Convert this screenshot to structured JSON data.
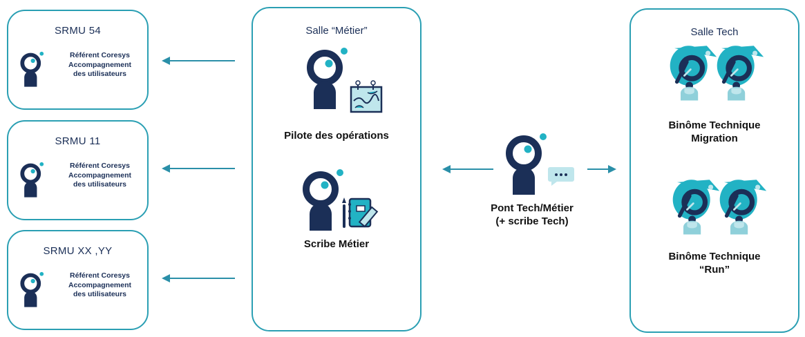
{
  "srmu_boxes": [
    {
      "title": "SRMU 54",
      "lines": [
        "Référent Coresys",
        "Accompagnement",
        "des utilisateurs"
      ]
    },
    {
      "title": "SRMU 11",
      "lines": [
        "Référent Coresys",
        "Accompagnement",
        "des utilisateurs"
      ]
    },
    {
      "title": "SRMU XX ,YY",
      "lines": [
        "Référent Coresys",
        "Accompagnement",
        "des utilisateurs"
      ]
    }
  ],
  "salle_metier": {
    "title": "Salle “Métier”",
    "pilote_label": "Pilote des opérations",
    "scribe_label": "Scribe Métier"
  },
  "pont": {
    "line1": "Pont Tech/Métier",
    "line2": "(+ scribe Tech)"
  },
  "salle_tech": {
    "title": "Salle Tech",
    "migration_line1": "Binôme Technique",
    "migration_line2": "Migration",
    "run_line1": "Binôme Technique",
    "run_line2": "“Run”"
  },
  "colors": {
    "navy": "#1b2f57",
    "teal": "#22b2c4",
    "border": "#2a9fb3",
    "arrow": "#2a8fa8",
    "light_teal": "#bfe6ec",
    "tech_body": "#8fd0da"
  }
}
